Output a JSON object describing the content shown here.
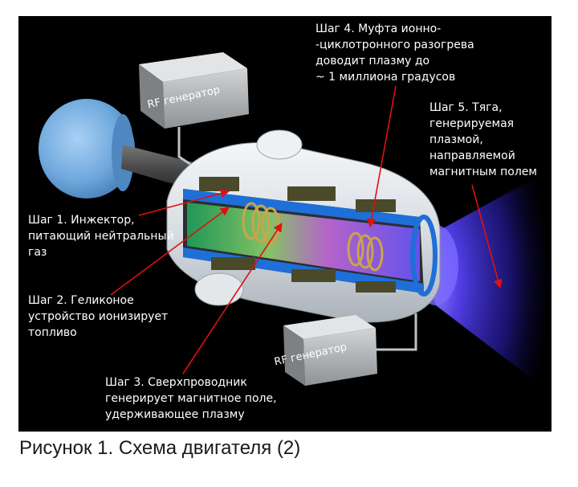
{
  "labels": {
    "rf_generator_top": "RF генератор",
    "rf_generator_bottom": "RF генератор",
    "step1": "Шаг 1. Инжектор,\nпитающий нейтральный\nгаз",
    "step2": "Шаг 2. Геликоное\nустройство ионизирует\nтопливо",
    "step3": "Шаг 3. Сверхпроводник\nгенерирует магнитное поле,\nудерживающее плазму",
    "step4": "Шаг 4. Муфта ионно-\n-циклотронного разогрева\nдоводит плазму до\n~ 1 миллиона градусов",
    "step5": "Шаг 5. Тяга,\nгенерируемая\nплазмой,\nнаправляемой\nмагнитным полем"
  },
  "caption": "Рисунок 1. Схема двигателя (2)",
  "colors": {
    "background": "#000000",
    "arrow": "#e01010",
    "tank": "#6fa8dc",
    "housing": "#e8ecef",
    "coil": "#3a3a22",
    "plasma_exhaust": "#4a3cff"
  }
}
